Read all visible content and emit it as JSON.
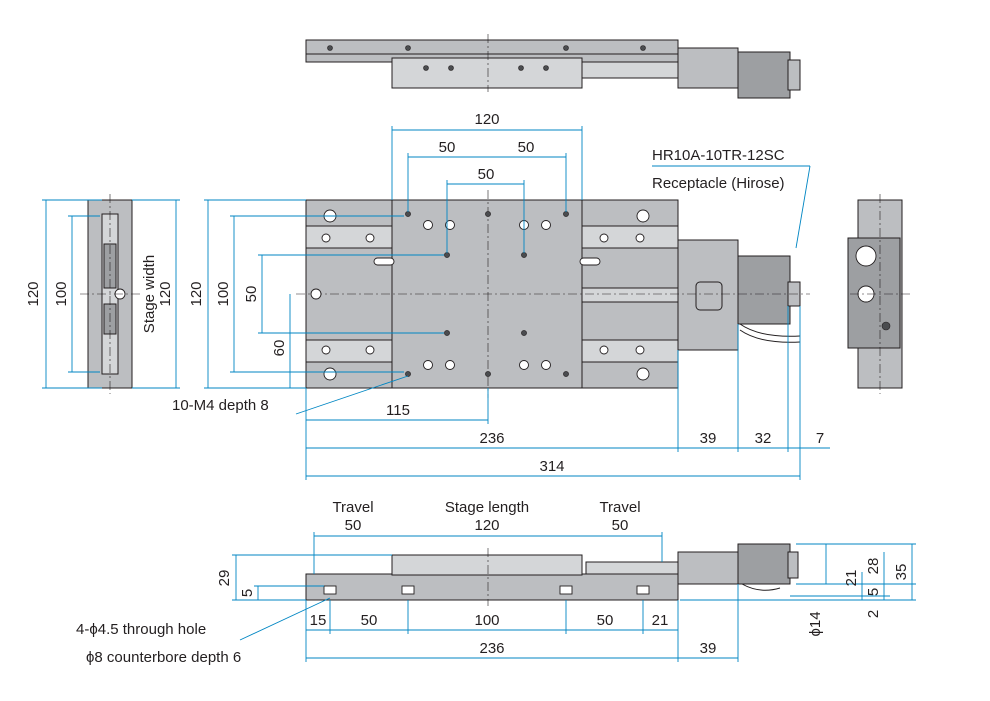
{
  "colors": {
    "dimension": "#0086c3",
    "metal": "#bcbec1",
    "outline": "#231f20"
  },
  "dims": {
    "top_w120": "120",
    "top_w50_left": "50",
    "top_w50_right": "50",
    "top_w50_mid": "50",
    "left_120": "120",
    "left_100": "100",
    "left_stage_width": "Stage width",
    "left_120b": "120",
    "main_120": "120",
    "main_100": "100",
    "main_50": "50",
    "main_60": "60",
    "main_115": "115",
    "main_236": "236",
    "main_39": "39",
    "main_32": "32",
    "main_7": "7",
    "main_314": "314",
    "side_travel_left": "Travel",
    "side_travel_left_val": "50",
    "side_stage_length": "Stage length",
    "side_stage_length_val": "120",
    "side_travel_right": "Travel",
    "side_travel_right_val": "50",
    "side_29": "29",
    "side_5": "5",
    "side_15": "15",
    "side_50a": "50",
    "side_100": "100",
    "side_50b": "50",
    "side_21": "21",
    "side_236": "236",
    "side_39": "39",
    "side_phi14": "ϕ14",
    "side_2": "2",
    "side_5b": "5",
    "side_21b": "21",
    "side_28": "28",
    "side_35": "35"
  },
  "notes": {
    "connector": "HR10A-10TR-12SC",
    "receptacle": "Receptacle (Hirose)",
    "tapped_holes": "10-M4 depth 8",
    "through_hole": "4-ϕ4.5 through hole",
    "counterbore": "ϕ8 counterbore depth 6"
  }
}
